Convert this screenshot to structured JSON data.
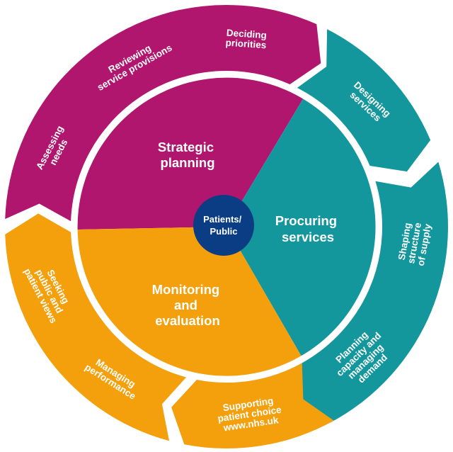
{
  "colors": {
    "strategic": "#b0166e",
    "procuring": "#13979d",
    "monitoring": "#f3a00c",
    "center": "#0a3d84"
  },
  "center": {
    "line1": "Patients/",
    "line2": "Public"
  },
  "sectors": {
    "strategic": {
      "line1": "Strategic",
      "line2": "planning"
    },
    "procuring": {
      "line1": "Procuring",
      "line2": "services"
    },
    "monitoring": {
      "line1": "Monitoring",
      "line2": "and",
      "line3": "evaluation"
    }
  },
  "arrows": [
    {
      "lines": [
        "Deciding",
        "priorities"
      ]
    },
    {
      "lines": [
        "Designing",
        "services"
      ]
    },
    {
      "lines": [
        "Shaping",
        "structure",
        "of supply"
      ]
    },
    {
      "lines": [
        "Planning",
        "capacity and",
        "managing",
        "demand"
      ]
    },
    {
      "lines": [
        "Supporting",
        "patient choice",
        "www.nhs.uk"
      ]
    },
    {
      "lines": [
        "Managing",
        "performance"
      ]
    },
    {
      "lines": [
        "Seeking",
        "public and",
        "patient views"
      ]
    },
    {
      "lines": [
        "Assessing",
        "needs"
      ]
    },
    {
      "lines": [
        "Reviewing",
        "service provisions"
      ]
    }
  ]
}
